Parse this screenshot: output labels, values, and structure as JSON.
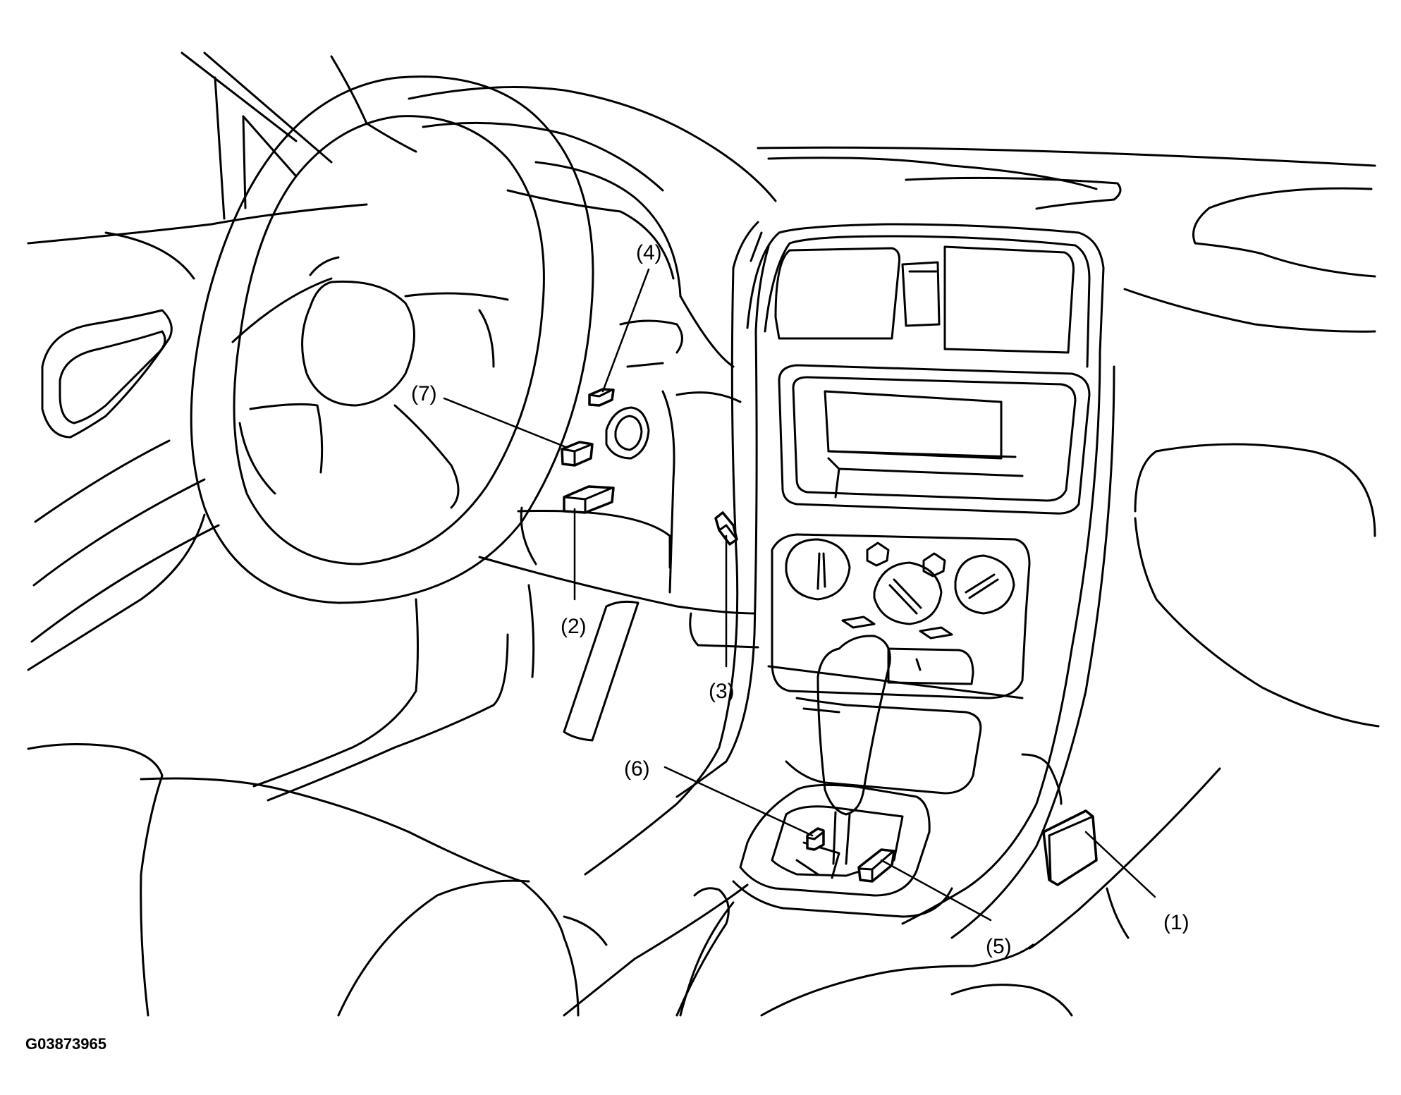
{
  "diagram": {
    "figure_id": "G03873965",
    "callouts": [
      {
        "id": "1",
        "label": "(1)"
      },
      {
        "id": "2",
        "label": "(2)"
      },
      {
        "id": "3",
        "label": "(3)"
      },
      {
        "id": "4",
        "label": "(4)"
      },
      {
        "id": "5",
        "label": "(5)"
      },
      {
        "id": "6",
        "label": "(6)"
      },
      {
        "id": "7",
        "label": "(7)"
      }
    ],
    "colors": {
      "line": "#000000",
      "background": "#ffffff"
    }
  }
}
